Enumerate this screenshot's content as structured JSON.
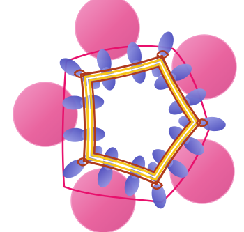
{
  "diagram": {
    "colors": {
      "background": "#ffffff",
      "sphere_light": "#f29ac6",
      "sphere_mid": "#e9649f",
      "sphere_dark": "#d95794",
      "lobe_outer": "#3f41b8",
      "lobe_inner": "#9fa3e8",
      "boundary": "#e8106c",
      "dark_ribbon": "#b03a1c",
      "yellow_ribbon": "#f7c61a",
      "white_ribbon": "#ffffff"
    },
    "sphere_count": 5,
    "lobe_count": 30,
    "icons": [
      "pink-sphere",
      "blue-orbital-lobe",
      "ribbon-loop"
    ]
  }
}
